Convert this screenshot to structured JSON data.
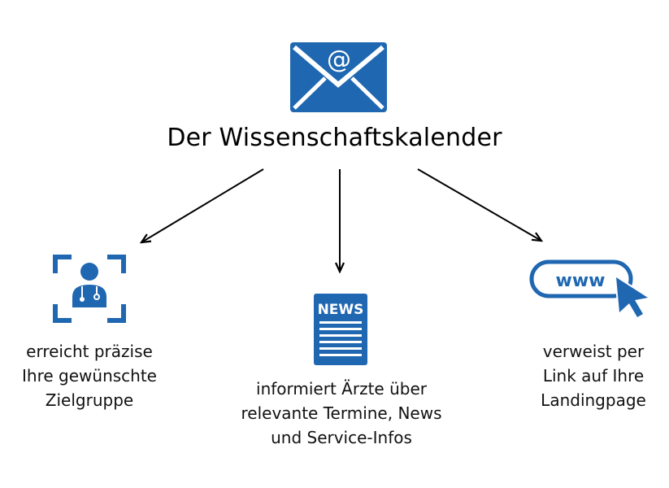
{
  "header": {
    "title": "Der Wissenschaftskalender",
    "mail_symbol": "@"
  },
  "features": [
    {
      "icon": "doctor-target-icon",
      "caption": "erreicht präzise\nIhre gewünschte\nZielgruppe"
    },
    {
      "icon": "newspaper-icon",
      "badge": "NEWS",
      "caption": "informiert Ärzte über\nrelevante Termine, News\nund Service-Infos"
    },
    {
      "icon": "www-cursor-icon",
      "badge": "www",
      "caption": "verweist per\nLink auf Ihre\nLandingpage"
    }
  ],
  "colors": {
    "accent": "#1f67b1",
    "arrow": "#000000",
    "text": "#111111"
  }
}
